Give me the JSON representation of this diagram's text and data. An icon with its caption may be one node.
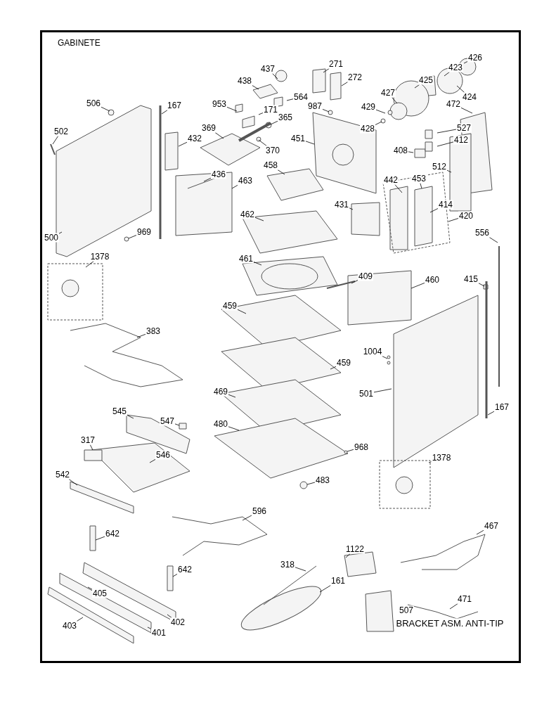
{
  "diagram": {
    "title": "GABINETE",
    "nodes": [
      {
        "text": [
          "437"
        ]
      },
      {
        "text": [
          "438"
        ]
      },
      {
        "text": [
          "271"
        ]
      },
      {
        "text": [
          "272"
        ]
      },
      {
        "text": [
          "426"
        ]
      },
      {
        "text": [
          "423"
        ]
      },
      {
        "text": [
          "425"
        ]
      },
      {
        "text": [
          "424"
        ]
      },
      {
        "text": [
          "506"
        ]
      },
      {
        "text": [
          "167"
        ]
      },
      {
        "text": [
          "564"
        ]
      },
      {
        "text": [
          "427"
        ]
      },
      {
        "text": [
          "987"
        ]
      },
      {
        "text": [
          "953"
        ]
      },
      {
        "text": [
          "171"
        ]
      },
      {
        "text": [
          "429"
        ]
      },
      {
        "text": [
          "472"
        ]
      },
      {
        "text": [
          "365"
        ]
      },
      {
        "text": [
          "502"
        ]
      },
      {
        "text": [
          "527"
        ]
      },
      {
        "text": [
          "369"
        ]
      },
      {
        "text": [
          "428"
        ]
      },
      {
        "text": [
          "432"
        ]
      },
      {
        "text": [
          "451"
        ]
      },
      {
        "text": [
          "412"
        ]
      },
      {
        "text": [
          "370"
        ]
      },
      {
        "text": [
          "408"
        ]
      },
      {
        "text": [
          "458"
        ]
      },
      {
        "text": [
          "512"
        ]
      },
      {
        "text": [
          "436"
        ]
      },
      {
        "text": [
          "463"
        ]
      },
      {
        "text": [
          "453"
        ]
      },
      {
        "text": [
          "442"
        ]
      },
      {
        "text": [
          "431"
        ]
      },
      {
        "text": [
          "414"
        ]
      },
      {
        "text": [
          "462"
        ]
      },
      {
        "text": [
          "420"
        ]
      },
      {
        "text": [
          "969"
        ]
      },
      {
        "text": [
          "556"
        ]
      },
      {
        "text": [
          "500"
        ]
      },
      {
        "text": [
          "461"
        ]
      },
      {
        "text": [
          "1378"
        ]
      },
      {
        "text": [
          "409"
        ]
      },
      {
        "text": [
          "460"
        ]
      },
      {
        "text": [
          "415"
        ]
      },
      {
        "text": [
          "459"
        ]
      },
      {
        "text": [
          "383"
        ]
      },
      {
        "text": [
          "1004"
        ]
      },
      {
        "text": [
          "459"
        ]
      },
      {
        "text": [
          "469"
        ]
      },
      {
        "text": [
          "501"
        ]
      },
      {
        "text": [
          "167"
        ]
      },
      {
        "text": [
          "545"
        ]
      },
      {
        "text": [
          "547"
        ]
      },
      {
        "text": [
          "480"
        ]
      },
      {
        "text": [
          "317"
        ]
      },
      {
        "text": [
          "968"
        ]
      },
      {
        "text": [
          "546"
        ]
      },
      {
        "text": [
          "1378"
        ]
      },
      {
        "text": [
          "542"
        ]
      },
      {
        "text": [
          "483"
        ]
      },
      {
        "text": [
          "596"
        ]
      },
      {
        "text": [
          "467"
        ]
      },
      {
        "text": [
          "642"
        ]
      },
      {
        "text": [
          "1122"
        ]
      },
      {
        "text": [
          "318"
        ]
      },
      {
        "text": [
          "642"
        ]
      },
      {
        "text": [
          "161"
        ]
      },
      {
        "text": [
          "405"
        ]
      },
      {
        "text": [
          "471"
        ]
      },
      {
        "text": [
          "403"
        ]
      },
      {
        "text": [
          "402"
        ]
      },
      {
        "text": [
          "401"
        ]
      },
      {
        "text": [
          "507"
        ],
        "beside": [
          "BRACKET ASM. ANTI-TIP"
        ]
      }
    ],
    "edges": [
      {
        "from": 0,
        "to": null,
        "arrow": "none"
      },
      {
        "from": 1,
        "to": null,
        "arrow": "none"
      },
      {
        "from": 2,
        "to": null,
        "arrow": "none"
      },
      {
        "from": 3,
        "to": null,
        "arrow": "none"
      },
      {
        "from": 4,
        "to": null,
        "arrow": "none"
      },
      {
        "from": 5,
        "to": null,
        "arrow": "none"
      },
      {
        "from": 6,
        "to": null,
        "arrow": "none"
      },
      {
        "from": 7,
        "to": null,
        "arrow": "none"
      },
      {
        "from": 8,
        "to": null,
        "arrow": "none"
      },
      {
        "from": 9,
        "to": null,
        "arrow": "none"
      },
      {
        "from": 10,
        "to": null,
        "arrow": "none"
      },
      {
        "from": 11,
        "to": null,
        "arrow": "none"
      },
      {
        "from": 12,
        "to": null,
        "arrow": "none"
      },
      {
        "from": 13,
        "to": null,
        "arrow": "none"
      },
      {
        "from": 14,
        "to": null,
        "arrow": "none"
      },
      {
        "from": 15,
        "to": null,
        "arrow": "none"
      },
      {
        "from": 16,
        "to": null,
        "arrow": "none"
      },
      {
        "from": 17,
        "to": null,
        "arrow": "none"
      },
      {
        "from": 18,
        "to": null,
        "arrow": "none"
      },
      {
        "from": 19,
        "to": null,
        "arrow": "none"
      },
      {
        "from": 20,
        "to": null,
        "arrow": "none"
      },
      {
        "from": 21,
        "to": null,
        "arrow": "none"
      },
      {
        "from": 22,
        "to": null,
        "arrow": "none"
      },
      {
        "from": 23,
        "to": null,
        "arrow": "none"
      },
      {
        "from": 24,
        "to": null,
        "arrow": "none"
      },
      {
        "from": 25,
        "to": null,
        "arrow": "none"
      },
      {
        "from": 26,
        "to": null,
        "arrow": "none"
      },
      {
        "from": 27,
        "to": null,
        "arrow": "none"
      },
      {
        "from": 28,
        "to": null,
        "arrow": "none"
      },
      {
        "from": 29,
        "to": null,
        "arrow": "none"
      },
      {
        "from": 30,
        "to": null,
        "arrow": "none"
      },
      {
        "from": 31,
        "to": null,
        "arrow": "none"
      },
      {
        "from": 32,
        "to": null,
        "arrow": "none"
      },
      {
        "from": 33,
        "to": null,
        "arrow": "none"
      },
      {
        "from": 34,
        "to": null,
        "arrow": "none"
      },
      {
        "from": 35,
        "to": null,
        "arrow": "none"
      },
      {
        "from": 36,
        "to": null,
        "arrow": "none"
      },
      {
        "from": 37,
        "to": null,
        "arrow": "none"
      },
      {
        "from": 38,
        "to": null,
        "arrow": "none"
      },
      {
        "from": 39,
        "to": null,
        "arrow": "none"
      },
      {
        "from": 40,
        "to": null,
        "arrow": "none"
      },
      {
        "from": 41,
        "to": null,
        "arrow": "none"
      },
      {
        "from": 42,
        "to": null,
        "arrow": "none"
      },
      {
        "from": 43,
        "to": null,
        "arrow": "none"
      },
      {
        "from": 44,
        "to": null,
        "arrow": "none"
      },
      {
        "from": 45,
        "to": null,
        "arrow": "none"
      },
      {
        "from": 46,
        "to": null,
        "arrow": "none"
      },
      {
        "from": 47,
        "to": null,
        "arrow": "none"
      },
      {
        "from": 48,
        "to": null,
        "arrow": "none"
      },
      {
        "from": 49,
        "to": null,
        "arrow": "none"
      },
      {
        "from": 50,
        "to": null,
        "arrow": "none"
      },
      {
        "from": 51,
        "to": null,
        "arrow": "none"
      },
      {
        "from": 52,
        "to": null,
        "arrow": "none"
      },
      {
        "from": 53,
        "to": null,
        "arrow": "none"
      },
      {
        "from": 54,
        "to": null,
        "arrow": "none"
      },
      {
        "from": 55,
        "to": null,
        "arrow": "none"
      },
      {
        "from": 56,
        "to": null,
        "arrow": "none"
      },
      {
        "from": 57,
        "to": null,
        "arrow": "none"
      },
      {
        "from": 58,
        "to": null,
        "arrow": "none"
      },
      {
        "from": 59,
        "to": null,
        "arrow": "none"
      },
      {
        "from": 60,
        "to": null,
        "arrow": "none"
      },
      {
        "from": 61,
        "to": null,
        "arrow": "none"
      },
      {
        "from": 62,
        "to": null,
        "arrow": "none"
      },
      {
        "from": 63,
        "to": null,
        "arrow": "none"
      },
      {
        "from": 64,
        "to": null,
        "arrow": "none"
      },
      {
        "from": 65,
        "to": null,
        "arrow": "none"
      },
      {
        "from": 66,
        "to": null,
        "arrow": "none"
      },
      {
        "from": 67,
        "to": null,
        "arrow": "none"
      },
      {
        "from": 68,
        "to": null,
        "arrow": "none"
      },
      {
        "from": 69,
        "to": null,
        "arrow": "none"
      },
      {
        "from": 70,
        "to": null,
        "arrow": "none"
      },
      {
        "from": 71,
        "to": null,
        "arrow": "none"
      },
      {
        "from": 72,
        "to": null,
        "arrow": "none"
      }
    ]
  }
}
